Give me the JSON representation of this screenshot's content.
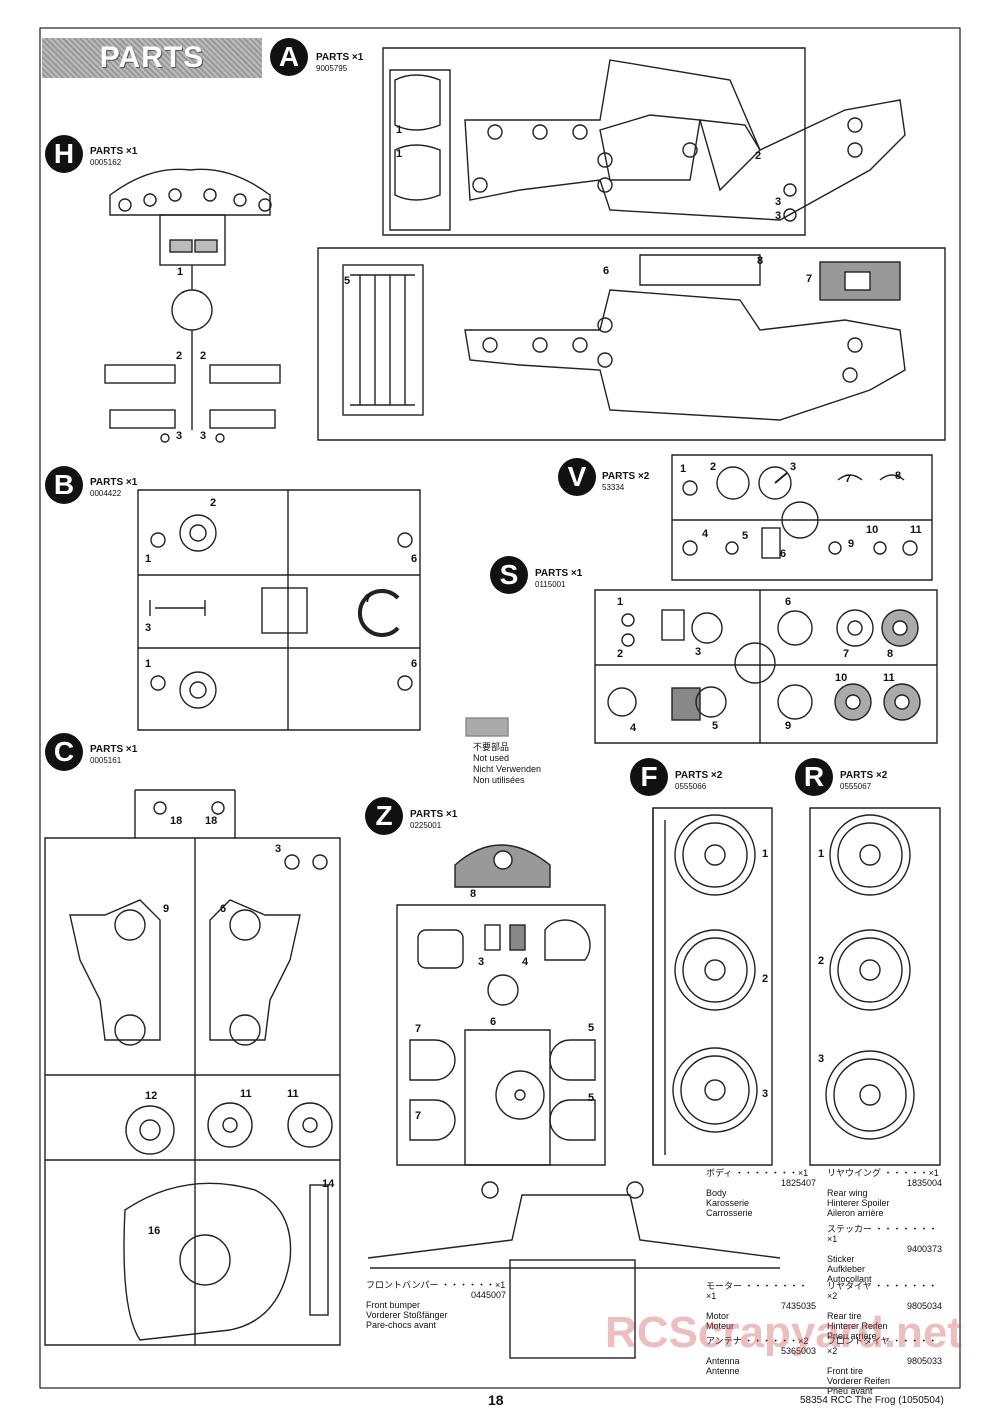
{
  "banner": "PARTS",
  "sprues": {
    "A": {
      "letter": "A",
      "count": "PARTS ×1",
      "code": "9005795"
    },
    "H": {
      "letter": "H",
      "count": "PARTS ×1",
      "code": "0005162"
    },
    "B": {
      "letter": "B",
      "count": "PARTS ×1",
      "code": "0004422"
    },
    "V": {
      "letter": "V",
      "count": "PARTS ×2",
      "code": "53334"
    },
    "S": {
      "letter": "S",
      "count": "PARTS ×1",
      "code": "0115001"
    },
    "C": {
      "letter": "C",
      "count": "PARTS ×1",
      "code": "0005161"
    },
    "Z": {
      "letter": "Z",
      "count": "PARTS ×1",
      "code": "0225001"
    },
    "F": {
      "letter": "F",
      "count": "PARTS ×2",
      "code": "0555066"
    },
    "R": {
      "letter": "R",
      "count": "PARTS ×2",
      "code": "0555067"
    }
  },
  "legend": {
    "jp": "不要部品",
    "en": "Not used",
    "de": "Nicht Verwenden",
    "fr": "Non utilisées"
  },
  "bumper": {
    "jp": "フロントバンパー ・・・・・・×1",
    "en": "Front bumper",
    "de": "Vorderer Stoßfänger",
    "fr": "Pare-chocs avant",
    "code": "0445007"
  },
  "parts_list": [
    {
      "jp": "ボディ ・・・・・・・×1",
      "code": "1825407",
      "lines": [
        "Body",
        "Karosserie",
        "Carrosserie"
      ]
    },
    {
      "jp": "リヤウイング ・・・・・×1",
      "code": "1835004",
      "lines": [
        "Rear wing",
        "Hinterer Spoiler",
        "Aileron arrière"
      ]
    },
    {
      "jp": "ステッカー ・・・・・・・×1",
      "code": "9400373",
      "lines": [
        "Sticker",
        "Aufkleber",
        "Autocollant"
      ]
    },
    {
      "jp": "モーター ・・・・・・・×1",
      "code": "7435035",
      "lines": [
        "Motor",
        "Moteur"
      ]
    },
    {
      "jp": "リヤタイヤ ・・・・・・・×2",
      "code": "9805034",
      "lines": [
        "Rear tire",
        "Hinterer Reifen",
        "Pneu arrière"
      ]
    },
    {
      "jp": "アンテナ ・・・・・・×2",
      "code": "5365003",
      "lines": [
        "Antenna",
        "Antenne"
      ]
    },
    {
      "jp": "フロントタイヤ ・・・・・×2",
      "code": "9805033",
      "lines": [
        "Front tire",
        "Vorderer Reifen",
        "Pneu avant"
      ]
    }
  ],
  "numbers": {
    "A": [
      "1",
      "1",
      "2",
      "3",
      "3",
      "5",
      "6",
      "8",
      "7"
    ],
    "H": [
      "1",
      "2",
      "2",
      "3",
      "3"
    ],
    "B": [
      "2",
      "1",
      "3",
      "7",
      "1",
      "6",
      "6"
    ],
    "V": [
      "1",
      "2",
      "3",
      "7",
      "8",
      "4",
      "5",
      "6",
      "9",
      "10",
      "11"
    ],
    "S": [
      "1",
      "2",
      "3",
      "6",
      "7",
      "8",
      "4",
      "5",
      "9",
      "10",
      "11"
    ],
    "C": [
      "18",
      "18",
      "3",
      "9",
      "6",
      "12",
      "11",
      "11",
      "14",
      "16"
    ],
    "Z": [
      "8",
      "3",
      "4",
      "7",
      "6",
      "5",
      "7",
      "5"
    ],
    "F": [
      "1",
      "2",
      "3"
    ],
    "R": [
      "1",
      "2",
      "3"
    ]
  },
  "watermark": "RCScrapyard.net",
  "page_number": "18",
  "footer": "58354  RCC The Frog (1050504)"
}
